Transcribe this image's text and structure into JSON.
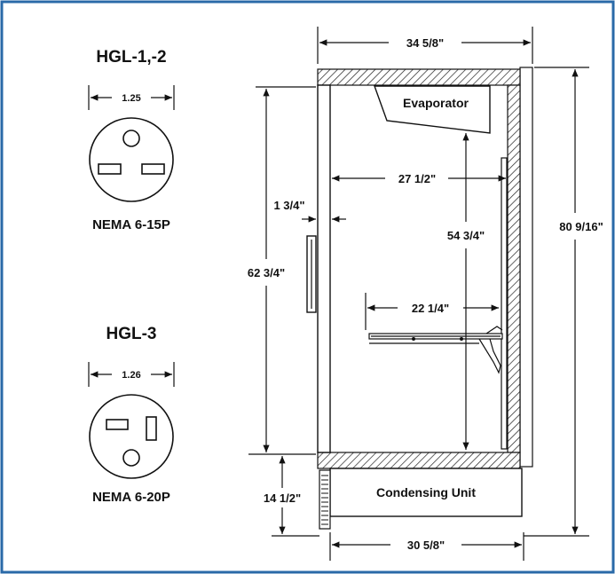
{
  "plugs": [
    {
      "model": "HGL-1,-2",
      "width": "1.25",
      "type": "NEMA 6-15P"
    },
    {
      "model": "HGL-3",
      "width": "1.26",
      "type": "NEMA 6-20P"
    }
  ],
  "dimensions": {
    "overall_width": "34 5/8\"",
    "interior_width": "27 1/2\"",
    "door_thickness": "1 3/4\"",
    "shelf_depth": "22 1/4\"",
    "interior_height": "54 3/4\"",
    "door_height": "62 3/4\"",
    "overall_height": "80 9/16\"",
    "base_height": "14 1/2\"",
    "base_width": "30 5/8\""
  },
  "components": {
    "evaporator": "Evaporator",
    "condensing_unit": "Condensing Unit"
  },
  "colors": {
    "frame_border": "#2a6aa8",
    "line": "#111111"
  }
}
